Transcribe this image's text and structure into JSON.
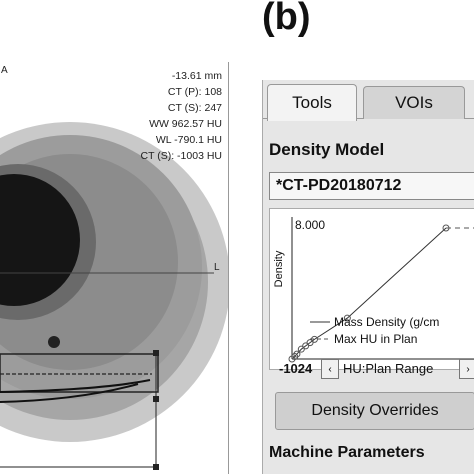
{
  "panel_label": "(b)",
  "ct_viewer": {
    "edge_label_top": "A",
    "edge_label_right": "L",
    "overlay": [
      "-13.61 mm",
      "CT (P): 108",
      "CT (S): 247",
      "WW 962.57 HU",
      "WL -790.1 HU",
      "CT (S): -1003 HU"
    ]
  },
  "tools_panel": {
    "tabs": [
      {
        "label": "Tools",
        "active": true
      },
      {
        "label": "VOIs",
        "active": false
      }
    ],
    "density_model_heading": "Density Model",
    "model_value": "*CT-PD20180712",
    "chart": {
      "y_axis_label": "Density",
      "y_max_label": "8.000",
      "legend": [
        {
          "label": "Mass Density (g/cm",
          "style": "solid-circle"
        },
        {
          "label": "Max HU in Plan",
          "style": "dashed"
        }
      ],
      "marker_icon": "open-circle"
    },
    "range_row": {
      "min_label": "-1024",
      "left_arrow": "‹",
      "label": "HU:Plan Range",
      "right_arrow": "›"
    },
    "density_overrides_label": "Density Overrides",
    "machine_parameters_heading": "Machine Parameters"
  },
  "chart_data": {
    "type": "line",
    "y_axis_label": "Density",
    "x_tick_labels": [
      "-1024"
    ],
    "y_tick_labels": [
      "8.000"
    ],
    "series": [
      {
        "name": "Mass Density (g/cm",
        "x": [
          -1024,
          -900,
          -800,
          -600,
          -400,
          -200,
          0,
          1500,
          6000
        ],
        "y": [
          0.0,
          0.15,
          0.3,
          0.6,
          0.8,
          1.0,
          1.2,
          2.5,
          8.0
        ]
      },
      {
        "name": "Max HU in Plan",
        "style": "dashed"
      }
    ],
    "colors": {
      "line": "#333333",
      "marker": "#555555"
    }
  }
}
